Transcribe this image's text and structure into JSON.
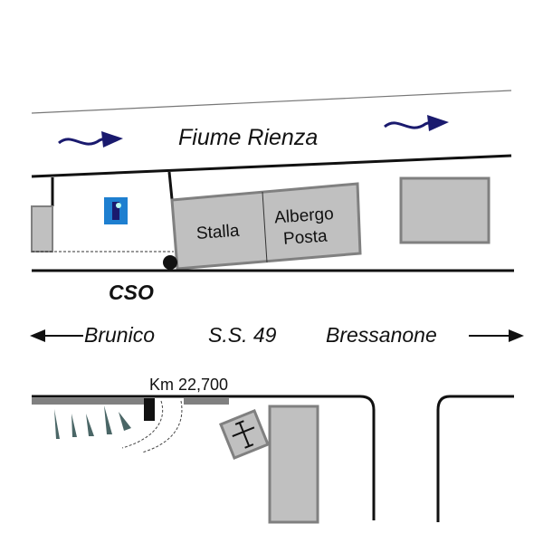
{
  "map": {
    "river_label": "Fiume Rienza",
    "building_stalla": "Stalla",
    "building_albergo_line1": "Albergo",
    "building_albergo_line2": "Posta",
    "marker_label": "CSO",
    "road_west": "Brunico",
    "road_name": "S.S. 49",
    "road_east": "Bressanone",
    "km_marker": "Km 22,700",
    "parking_icon": "parking-icon",
    "church_icon": "cross-icon",
    "colors": {
      "river_arrow": "#1a1a6e",
      "building": "#c0c0c0",
      "building_border": "#808080",
      "parking": "#1e7fd0",
      "tree": "#4a6666"
    }
  }
}
